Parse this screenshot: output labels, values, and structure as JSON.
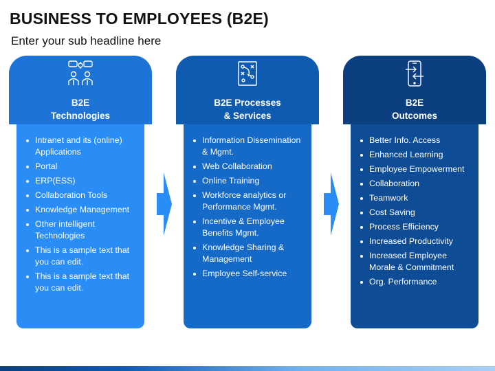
{
  "title": "BUSINESS TO EMPLOYEES (B2E)",
  "subtitle": "Enter your sub headline here",
  "columns": [
    {
      "icon": "people-gear-icon",
      "header_line1": "B2E",
      "header_line2": "Technologies",
      "items": [
        "Intranet and its (online) Applications",
        "Portal",
        "ERP(ESS)",
        "Collaboration Tools",
        "Knowledge Management",
        "Other intelligent Technologies",
        "This is a sample text that you can edit.",
        "This is a sample text that you can edit."
      ]
    },
    {
      "icon": "strategy-board-icon",
      "header_line1": "B2E Processes",
      "header_line2": "& Services",
      "items": [
        "Information Dissemination & Mgmt.",
        "Web Collaboration",
        "Online Training",
        "Workforce analytics or Performance Mgmt.",
        "Incentive & Employee Benefits Mgmt.",
        "Knowledge Sharing & Management",
        "Employee Self-service"
      ]
    },
    {
      "icon": "mobile-transfer-icon",
      "header_line1": "B2E",
      "header_line2": "Outcomes",
      "items": [
        "Better Info. Access",
        "Enhanced Learning",
        "Employee Empowerment",
        "Collaboration",
        "Teamwork",
        "Cost Saving",
        "Process Efficiency",
        "Increased Productivity",
        "Increased Employee Morale & Commitment",
        "Org. Performance"
      ]
    }
  ],
  "colors": {
    "col1_header": "#1e74d6",
    "col1_body": "#2a8cf5",
    "col2_header": "#0e5bb0",
    "col2_body": "#1569c7",
    "col3_header": "#0b3f80",
    "col3_body": "#0e4c96",
    "arrow": "#2a8cf5"
  }
}
